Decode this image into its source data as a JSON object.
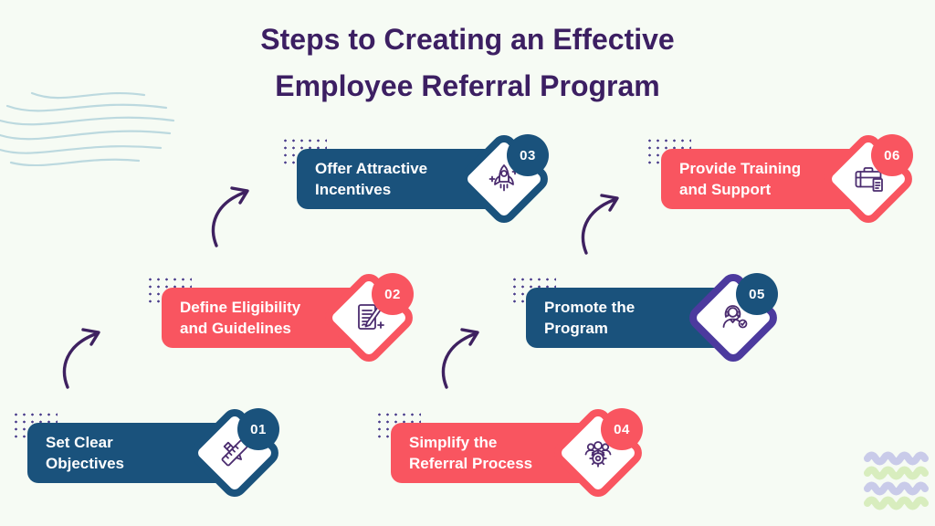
{
  "title": {
    "line1": "Steps to Creating an Effective",
    "line2": "Employee Referral Program"
  },
  "steps": [
    {
      "number": "01",
      "line1": "Set Clear",
      "line2": "Objectives",
      "icon": "ruler-pencil-icon",
      "theme": "navy"
    },
    {
      "number": "02",
      "line1": "Define Eligibility",
      "line2": "and Guidelines",
      "icon": "document-pen-icon",
      "theme": "coral"
    },
    {
      "number": "03",
      "line1": "Offer Attractive",
      "line2": "Incentives",
      "icon": "rocket-icon",
      "theme": "navy"
    },
    {
      "number": "04",
      "line1": "Simplify the",
      "line2": "Referral Process",
      "icon": "team-gear-icon",
      "theme": "coral"
    },
    {
      "number": "05",
      "line1": "Promote the",
      "line2": "Program",
      "icon": "promoter-headset-icon",
      "theme": "navy"
    },
    {
      "number": "06",
      "line1": "Provide Training",
      "line2": "and Support",
      "icon": "briefcase-document-icon",
      "theme": "coral"
    }
  ],
  "colors": {
    "bg": "#f6fbf4",
    "title": "#3c1f62",
    "navy": "#1a527c",
    "coral": "#f95560",
    "indigo": "#4c3a9e",
    "icon": "#4b2c6f",
    "arrow": "#3e2160",
    "dots": "#4a3d8c",
    "wavetop": "#bcd9df",
    "lavender": "#c9cbe9",
    "green": "#d8edbe"
  }
}
